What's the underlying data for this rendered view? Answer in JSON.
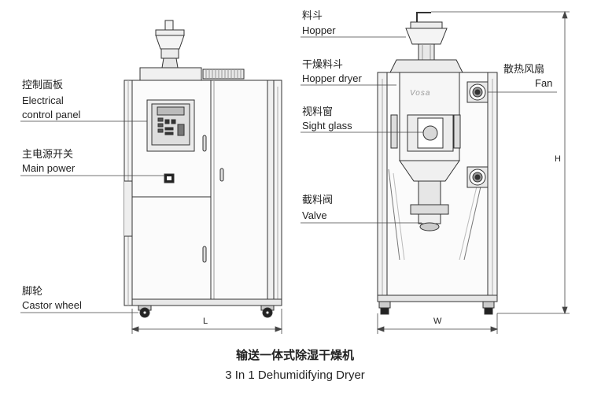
{
  "labels": {
    "control_cn": "控制面板",
    "control_en_1": "Electrical",
    "control_en_2": "control panel",
    "power_cn": "主电源开关",
    "power_en": "Main power",
    "castor_cn": "脚轮",
    "castor_en": "Castor wheel",
    "hopper_cn": "料斗",
    "hopper_en": "Hopper",
    "hopper_dryer_cn": "干燥料斗",
    "hopper_dryer_en": "Hopper dryer",
    "sight_cn": "视料窗",
    "sight_en": "Sight glass",
    "valve_cn": "截料阀",
    "valve_en": "Valve",
    "fan_cn": "散热风扇",
    "fan_en": "Fan"
  },
  "dimensions": {
    "length": "L",
    "width": "W",
    "height": "H"
  },
  "caption": {
    "cn": "输送一体式除湿干燥机",
    "en": "3 In 1 Dehumidifying Dryer"
  },
  "logo": "Vosa"
}
